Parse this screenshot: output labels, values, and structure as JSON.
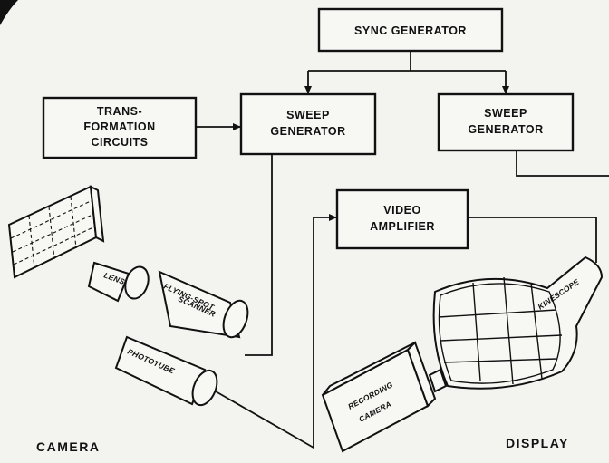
{
  "blocks": {
    "sync_generator": "SYNC GENERATOR",
    "transformation_line1": "TRANS-",
    "transformation_line2": "FORMATION",
    "transformation_line3": "CIRCUITS",
    "sweep_left_line1": "SWEEP",
    "sweep_left_line2": "GENERATOR",
    "sweep_right_line1": "SWEEP",
    "sweep_right_line2": "GENERATOR",
    "video_line1": "VIDEO",
    "video_line2": "AMPLIFIER"
  },
  "devices": {
    "lens": "LENS",
    "scanner_line1": "FLYING-SPOT",
    "scanner_line2": "SCANNER",
    "phototube": "PHOTOTUBE",
    "kinescope": "KINESCOPE",
    "recording_line1": "RECORDING",
    "recording_line2": "CAMERA"
  },
  "sections": {
    "camera": "CAMERA",
    "display": "DISPLAY"
  }
}
